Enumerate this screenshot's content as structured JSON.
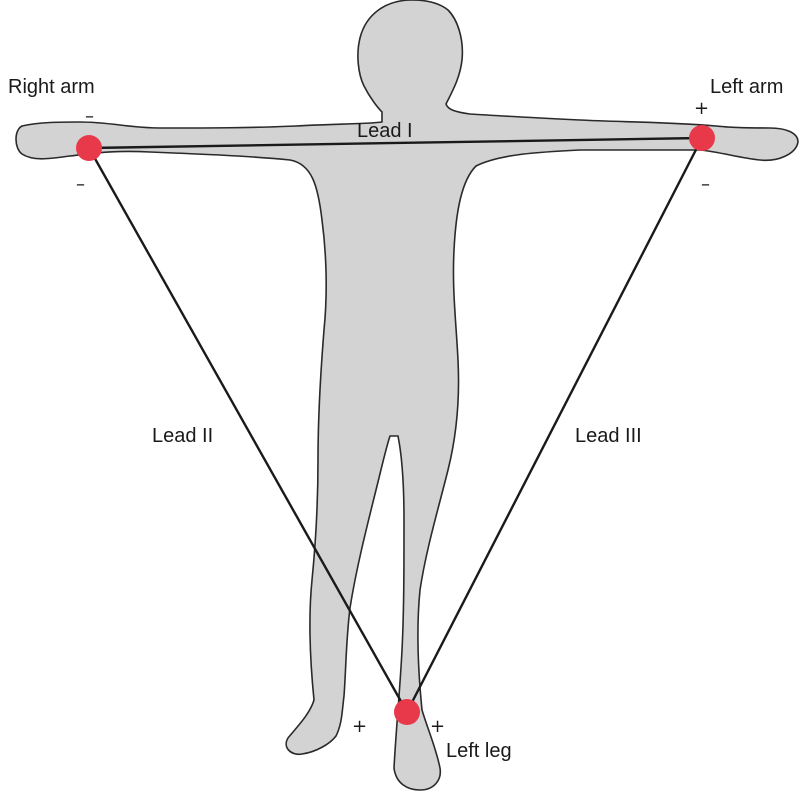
{
  "electrodes": {
    "right_arm": {
      "label": "Right arm",
      "sign_top": "–",
      "sign_bottom": "–"
    },
    "left_arm": {
      "label": "Left arm",
      "sign_top": "+",
      "sign_bottom": "–"
    },
    "left_leg": {
      "label": "Left leg",
      "sign_left": "+",
      "sign_right": "+"
    }
  },
  "leads": {
    "lead_1": "Lead I",
    "lead_2": "Lead II",
    "lead_3": "Lead III"
  },
  "colors": {
    "electrode": "#e8394a",
    "body_fill": "#d3d3d3",
    "outline": "#2a2a2a"
  }
}
